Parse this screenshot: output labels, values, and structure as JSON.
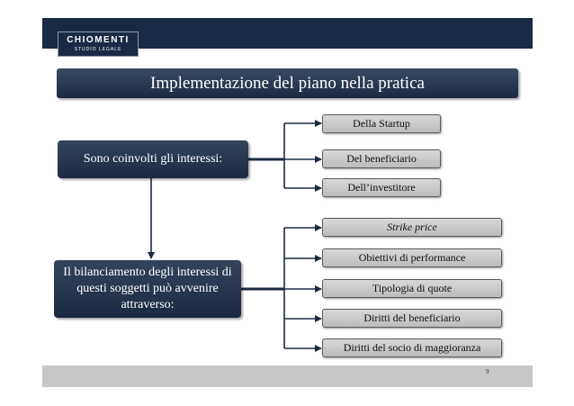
{
  "logo": {
    "name": "CHIOMENTI",
    "subtitle": "STUDIO LEGALE"
  },
  "title": "Implementazione del piano nella pratica",
  "group1": {
    "source": "Sono coinvolti gli interessi:",
    "targets": [
      "Della Startup",
      "Del beneficiario",
      "Dell’investitore"
    ]
  },
  "group2": {
    "source": "Il bilanciamento degli interessi di questi soggetti può avvenire attraverso:",
    "targets": [
      "Strike price",
      "Obiettivi di performance",
      "Tipologia di quote",
      "Diritti del beneficiario",
      "Diritti del socio di maggioranza"
    ]
  },
  "page_number": "9",
  "colors": {
    "navy": "#1b2a44",
    "box_gray": "#c9c9c9",
    "footer_gray": "#c7c7c7"
  }
}
